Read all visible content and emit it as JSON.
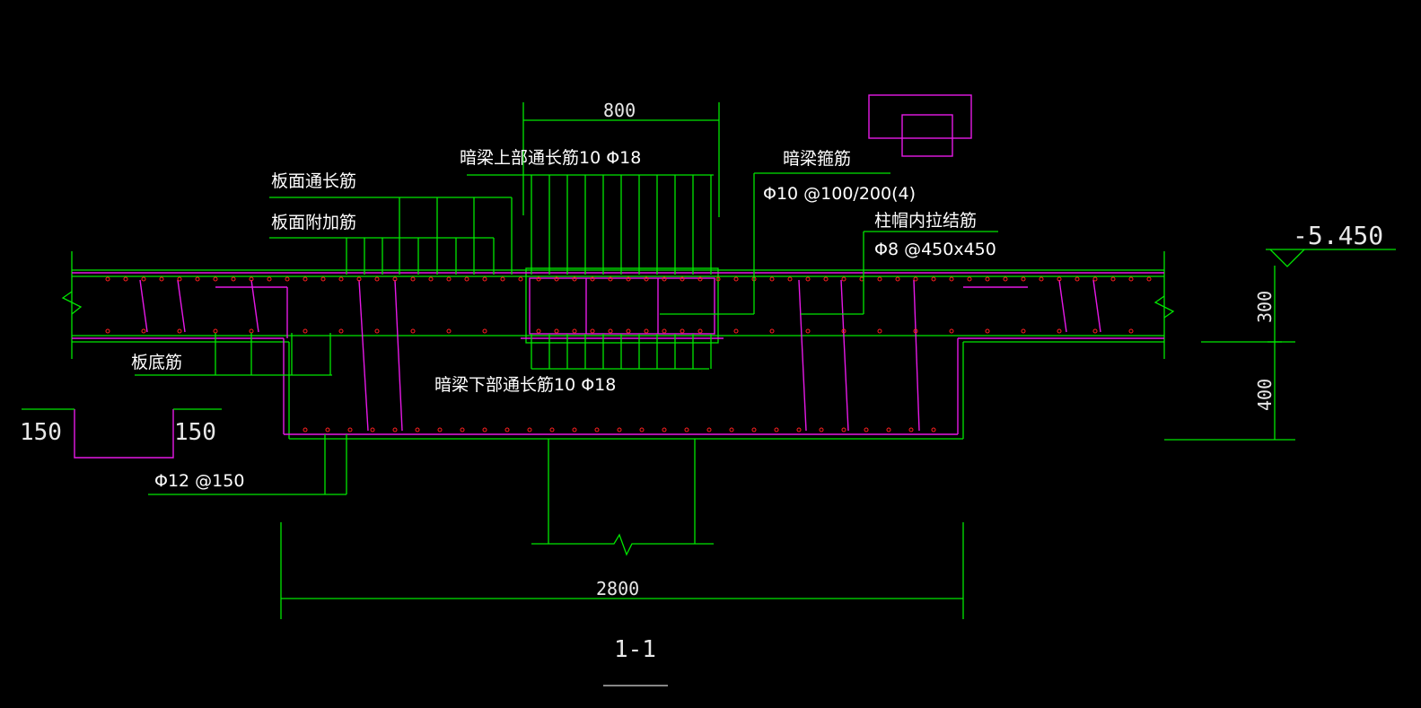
{
  "labels": {
    "top_through_bar": "暗梁上部通长筋10 Φ18",
    "bottom_through_bar": "暗梁下部通长筋10 Φ18",
    "slab_top_bar": "板面通长筋",
    "slab_top_extra": "板面附加筋",
    "slab_bottom_bar": "板底筋",
    "beam_stirrup": "暗梁箍筋",
    "beam_stirrup_spec": "Φ10 @100/200(4)",
    "cap_tie_bar": "柱帽内拉结筋",
    "cap_tie_spec": "Φ8 @450x450",
    "cap_rebar_spec": "Φ12 @150",
    "hook_left": "150",
    "hook_right": "150"
  },
  "dimensions": {
    "beam_width": "800",
    "cap_width": "2800",
    "slab_thickness": "300",
    "cap_depth": "400"
  },
  "elevation": "-5.450",
  "section_title": "1-1",
  "colors": {
    "background": "#000000",
    "outline": "#00e600",
    "rebar": "#e619e6",
    "rebar_dots": "#ff2020",
    "text": "#ffffff"
  }
}
